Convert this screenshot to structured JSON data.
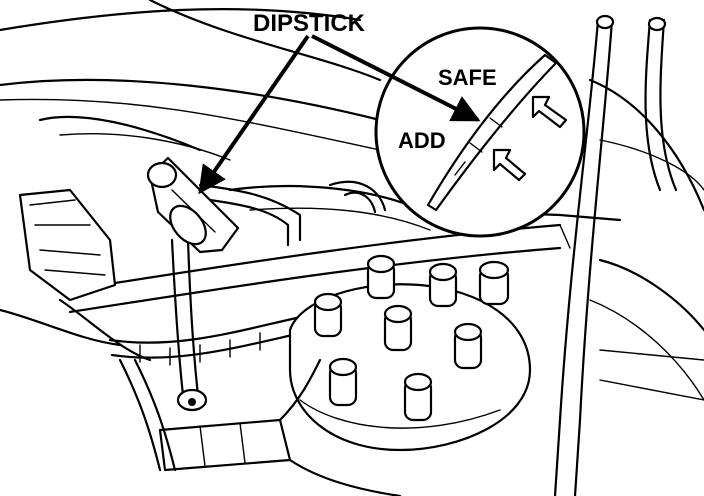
{
  "labels": {
    "dipstick": "DIPSTICK",
    "safe": "SAFE",
    "add": "ADD"
  },
  "colors": {
    "ink": "#000000",
    "paper": "#ffffff"
  },
  "icons": {
    "add_marker": "arrow-marker-icon",
    "safe_marker": "arrow-marker-icon"
  }
}
